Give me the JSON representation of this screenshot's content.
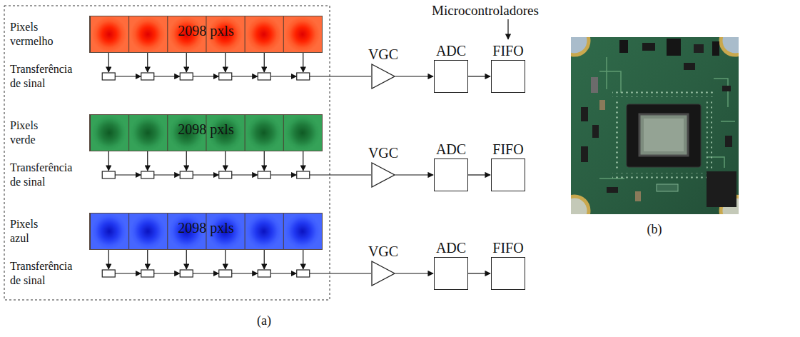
{
  "diagram": {
    "nodes": [
      {
        "text": [
          "2098 pxls"
        ]
      },
      {
        "text": [
          "VGC"
        ]
      },
      {
        "text": [
          "ADC"
        ]
      },
      {
        "text": [
          "FIFO"
        ]
      },
      {
        "text": [
          "2098 pxls"
        ]
      },
      {
        "text": [
          "VGC"
        ]
      },
      {
        "text": [
          "ADC"
        ]
      },
      {
        "text": [
          "FIFO"
        ]
      },
      {
        "text": [
          "2098 pxls"
        ]
      },
      {
        "text": [
          "VGC"
        ]
      },
      {
        "text": [
          "ADC"
        ]
      },
      {
        "text": [
          "FIFO"
        ]
      }
    ],
    "edges": [
      {
        "from": 1,
        "to": 2,
        "arrow": "to"
      },
      {
        "from": 2,
        "to": 3,
        "arrow": "to"
      },
      {
        "from": 5,
        "to": 6,
        "arrow": "to"
      },
      {
        "from": 6,
        "to": 7,
        "arrow": "to"
      },
      {
        "from": 9,
        "to": 10,
        "arrow": "to"
      },
      {
        "from": 10,
        "to": 11,
        "arrow": "to"
      }
    ],
    "labels": [
      "Microcontroladores",
      "Pixels vermelho",
      "Transferência de sinal",
      "Pixels verde",
      "Transferência de sinal",
      "Pixels azul",
      "Transferência de sinal",
      "(a)",
      "(b)"
    ]
  }
}
